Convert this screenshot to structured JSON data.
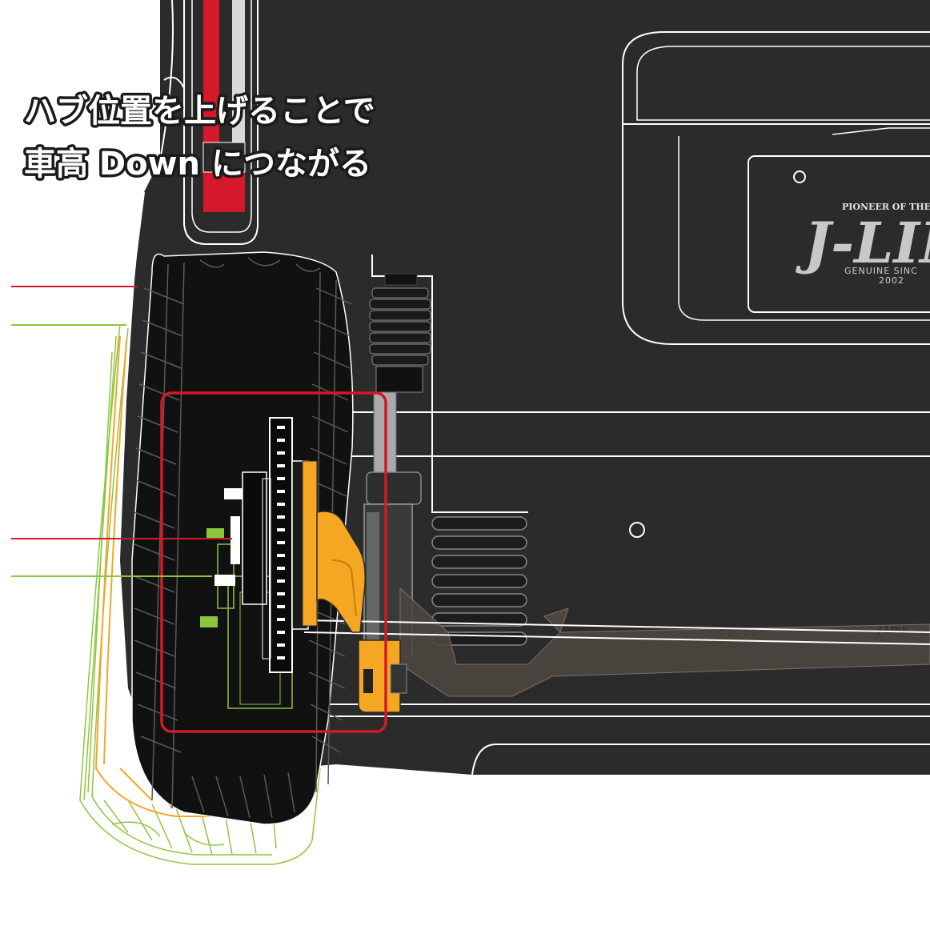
{
  "caption": {
    "line1": "ハブ位置を上げることで",
    "line2": "車高 Down につながる"
  },
  "plate": {
    "top_text": "PIONEER OF THE",
    "brand": "J-LIN",
    "bottom_text": "GENUINE SINC",
    "year": "2002"
  },
  "arm_logo": "J-LINE",
  "colors": {
    "body": "#2b2b2b",
    "outline": "#ffffff",
    "red": "#d5182a",
    "green": "#8cc63f",
    "orange": "#f5a623",
    "arm": "#4d4640"
  }
}
